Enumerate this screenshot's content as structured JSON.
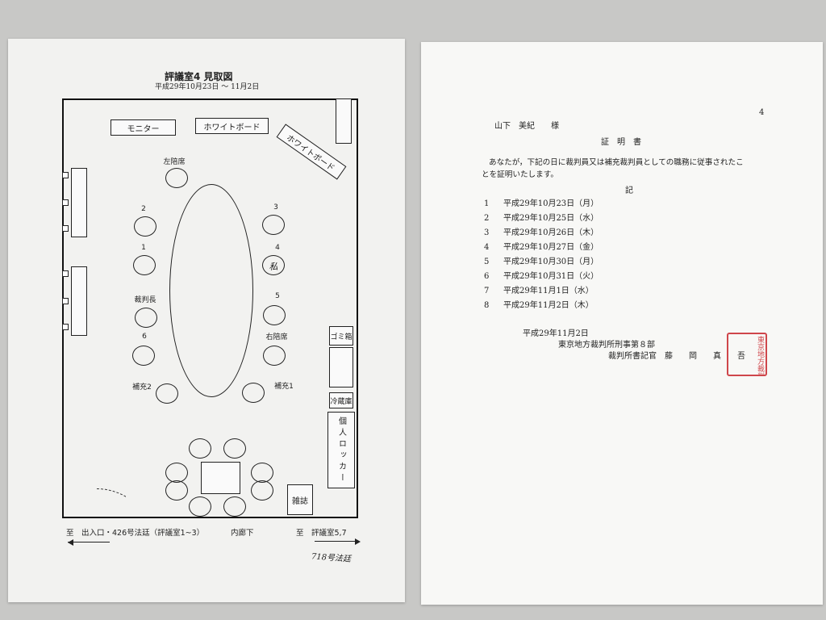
{
  "floorplan": {
    "title": "評議室4 見取図",
    "period": "平成29年10月23日 ～ 11月2日",
    "monitor": "モニター",
    "whiteboard1": "ホワイトボード",
    "whiteboard2": "ホワイトボード",
    "seats": {
      "left_judge": "左陪席",
      "s2": "2",
      "s3": "3",
      "s1": "1",
      "s4": "4",
      "me": "私",
      "chief": "裁判長",
      "s5": "5",
      "s6": "6",
      "right_judge": "右陪席",
      "sup2": "補充2",
      "sup1": "補充1"
    },
    "trash": "ゴミ箱",
    "fridge": "冷蔵庫",
    "locker": "個人ロッカー",
    "magazines": "雑誌",
    "exit_left": "至　出入口・426号法廷（評議室1~3）",
    "corridor": "内廊下",
    "exit_right": "至　評議室5,7",
    "handwritten": "718号法廷"
  },
  "certificate": {
    "page": "4",
    "addressee": "山下　美紀　　様",
    "title": "証　明　書",
    "body_line1": "あなたが，下記の日に裁判員又は補充裁判員としての職務に従事されたこ",
    "body_line2": "とを証明いたします。",
    "ki": "記",
    "dates": [
      {
        "n": "1",
        "d": "平成29年10月23日（月）"
      },
      {
        "n": "2",
        "d": "平成29年10月25日（水）"
      },
      {
        "n": "3",
        "d": "平成29年10月26日（木）"
      },
      {
        "n": "4",
        "d": "平成29年10月27日（金）"
      },
      {
        "n": "5",
        "d": "平成29年10月30日（月）"
      },
      {
        "n": "6",
        "d": "平成29年10月31日（火）"
      },
      {
        "n": "7",
        "d": "平成29年11月1日（水）"
      },
      {
        "n": "8",
        "d": "平成29年11月2日（木）"
      }
    ],
    "issue_date": "平成29年11月2日",
    "department": "東京地方裁判所刑事第８部",
    "clerk": "裁判所書記官　藤　　岡　　真　　吾",
    "seal_text": "東京地方裁判所裁判所書記官印",
    "seal_color": "#c8282e"
  }
}
